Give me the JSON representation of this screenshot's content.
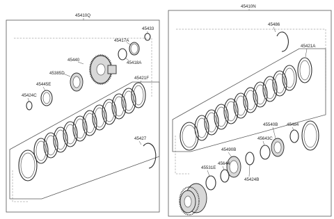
{
  "assemblies": [
    {
      "id": "left",
      "part_number": "45410Q",
      "callouts": [
        "45433",
        "45417A",
        "45418A",
        "45440",
        "45385D",
        "45445E",
        "45424C",
        "45421F",
        "45427"
      ]
    },
    {
      "id": "right",
      "part_number": "45410N",
      "callouts": [
        "45486",
        "45421A",
        "45484",
        "45540B",
        "45643C",
        "45490B",
        "45644",
        "45424B",
        "45531E"
      ]
    }
  ]
}
